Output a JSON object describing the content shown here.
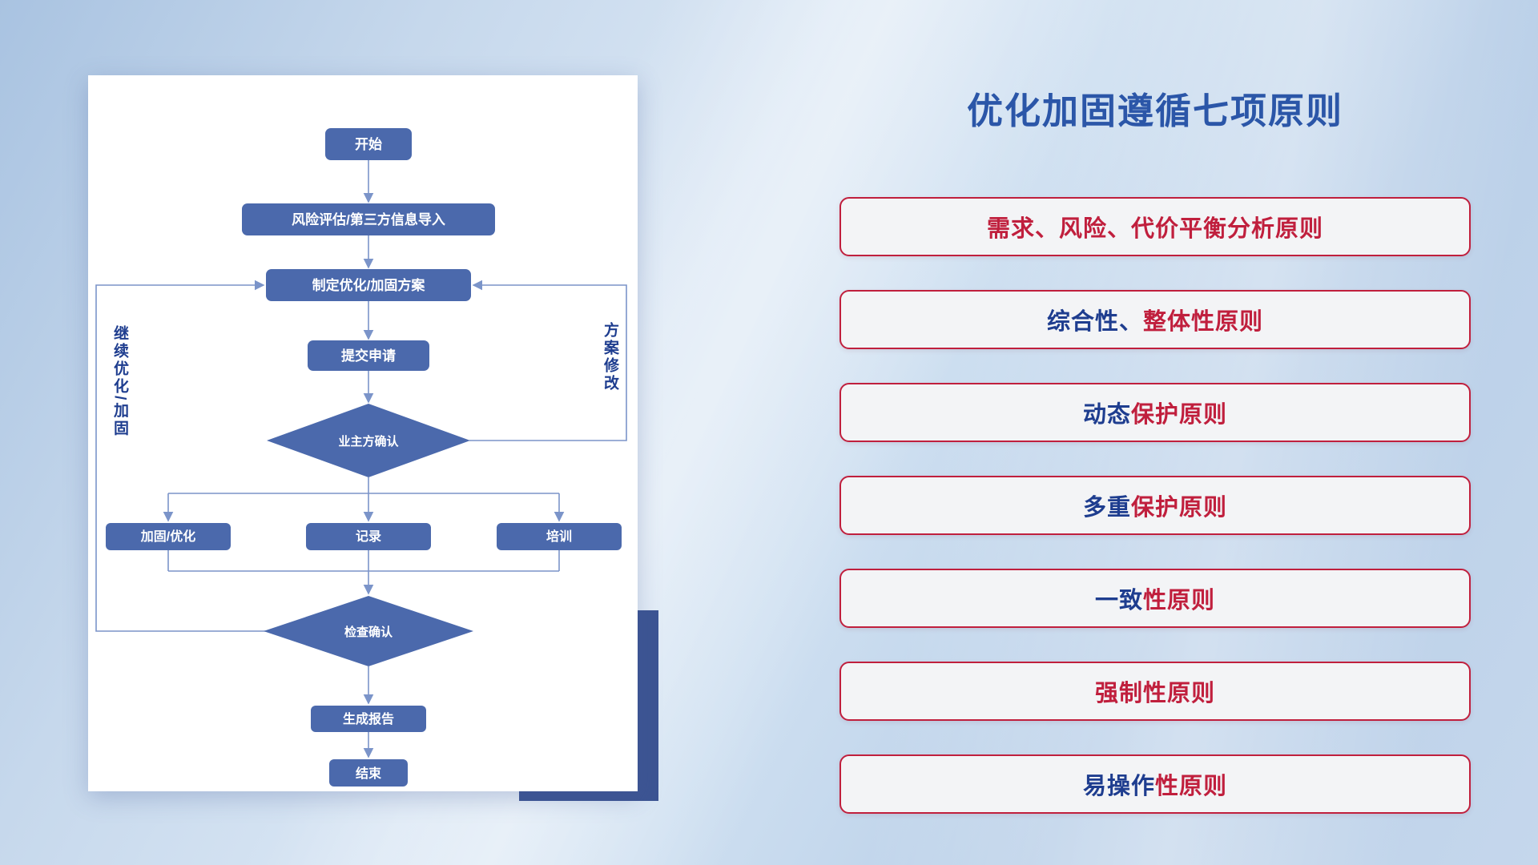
{
  "colors": {
    "navy": "#1e3d8f",
    "red": "#c01f3d",
    "title_blue": "#2b56a8",
    "node_fill": "#4b69ac",
    "line": "#7b94c9",
    "node_text": "#ffffff",
    "shadow_block": "#3c5493"
  },
  "title": "优化加固遵循七项原则",
  "flowchart": {
    "nodes": {
      "start": "开始",
      "risk_import": "风险评估/第三方信息导入",
      "make_plan": "制定优化/加固方案",
      "submit": "提交申请",
      "owner_confirm": "业主方确认",
      "reinforce": "加固/优化",
      "record": "记录",
      "training": "培训",
      "check_confirm": "检查确认",
      "report": "生成报告",
      "end": "结束"
    },
    "side_labels": {
      "left": "继续优化/加固",
      "right": "方案修改"
    }
  },
  "principles": [
    {
      "segments": [
        {
          "text": "需求、风险、代价平衡分析原则",
          "color": "red"
        }
      ]
    },
    {
      "segments": [
        {
          "text": "综合性、",
          "color": "navy"
        },
        {
          "text": "整体性原则",
          "color": "red"
        }
      ]
    },
    {
      "segments": [
        {
          "text": "动态",
          "color": "navy"
        },
        {
          "text": "保护原则",
          "color": "red"
        }
      ]
    },
    {
      "segments": [
        {
          "text": "多重",
          "color": "navy"
        },
        {
          "text": "保护原则",
          "color": "red"
        }
      ]
    },
    {
      "segments": [
        {
          "text": "一致",
          "color": "navy"
        },
        {
          "text": "性原则",
          "color": "red"
        }
      ]
    },
    {
      "segments": [
        {
          "text": "强制性原则",
          "color": "red"
        }
      ]
    },
    {
      "segments": [
        {
          "text": "易操作",
          "color": "navy"
        },
        {
          "text": "性原则",
          "color": "red"
        }
      ]
    }
  ]
}
